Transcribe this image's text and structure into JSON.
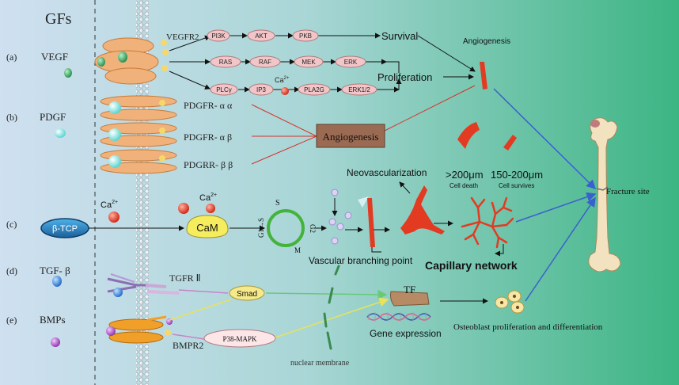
{
  "header": {
    "gfs": "GFs"
  },
  "rows": [
    {
      "letter": "(a)",
      "factor": "VEGF"
    },
    {
      "letter": "(b)",
      "factor": "PDGF"
    },
    {
      "letter": "(c)",
      "factor": ""
    },
    {
      "letter": "(d)",
      "factor": "TGF- β"
    },
    {
      "letter": "(e)",
      "factor": "BMPs"
    }
  ],
  "receptors": {
    "vegfr2": "VEGFR2",
    "pdgfr_aa": "PDGFR- α α",
    "pdgfr_ab": "PDGFR- α β",
    "pdgrr_bb": "PDGRR- β β",
    "tgfr2": "TGFR Ⅱ",
    "bmpr2": "BMPR2"
  },
  "pathway_a": {
    "row1": [
      "PI3K",
      "AKT",
      "PKB"
    ],
    "row2": [
      "RAS",
      "RAF",
      "MEK",
      "ERK"
    ],
    "row3": [
      "PLCγ",
      "IP3",
      "PLA2G",
      "ERK1/2"
    ],
    "ca_label": "Ca",
    "ca_sup": "2+",
    "survival": "Survival",
    "proliferation": "Proliferation",
    "angiogenesis_top": "Angiogenesis"
  },
  "pdgf_box": {
    "label": "Angiogenesis"
  },
  "vessels": {
    "large_label": ">200μm",
    "large_sub": "Cell death",
    "small_label": "150-200μm",
    "small_sub": "Cell survives",
    "neovascularization": "Neovascularization",
    "branching": "Vascular branching point",
    "capillary": "Capillary network"
  },
  "pathway_c": {
    "btcp": "β-TCP",
    "ca_label": "Ca",
    "ca_sup": "2+",
    "cam": "CaM",
    "cycle_s": "S",
    "cycle_g1s": "G1→S",
    "cycle_g2": "G2",
    "cycle_m": "M"
  },
  "pathway_de": {
    "smad": "Smad",
    "p38": "P38-MAPK",
    "tf": "TF",
    "gene_expression": "Gene expression",
    "nuclear_membrane": "nuclear membrane",
    "osteoblast": "Osteoblast proliferation and differentiation"
  },
  "bone": {
    "label": "Fracture site"
  },
  "colors": {
    "bg_left": "#c9dcee",
    "bg_right": "#3fb887",
    "protein_fill": "#f2c6c8",
    "protein_stroke": "#b07a7c",
    "vessel": "#e23b22",
    "receptor": "#f0b27a",
    "angio_box": "#9b6a52",
    "blue_arrow": "#3a5fd0"
  }
}
